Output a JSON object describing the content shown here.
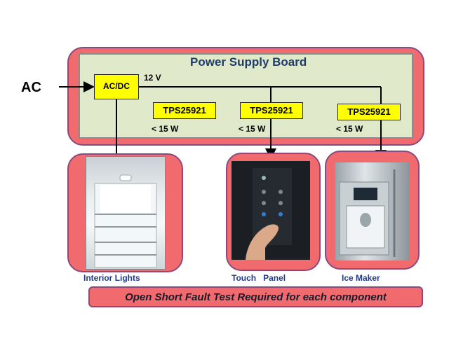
{
  "input_label": "AC",
  "board": {
    "title": "Power Supply Board"
  },
  "acdc": {
    "label": "AC/DC",
    "output_voltage": "12 V"
  },
  "switches": [
    {
      "label": "TPS25921",
      "power": "< 15 W"
    },
    {
      "label": "TPS25921",
      "power": "< 15 W"
    },
    {
      "label": "TPS25921",
      "power": "< 15 W"
    }
  ],
  "loads": [
    {
      "caption": "Interior Lights"
    },
    {
      "caption": "Touch   Panel"
    },
    {
      "caption": "Ice Maker"
    }
  ],
  "banner": {
    "text": "Open Short Fault Test Required for each component"
  },
  "colors": {
    "panel_red": "#f06a6e",
    "board_green": "#e0e9c9",
    "box_yellow": "#ffff00",
    "border_purple": "#8a4a7e"
  }
}
